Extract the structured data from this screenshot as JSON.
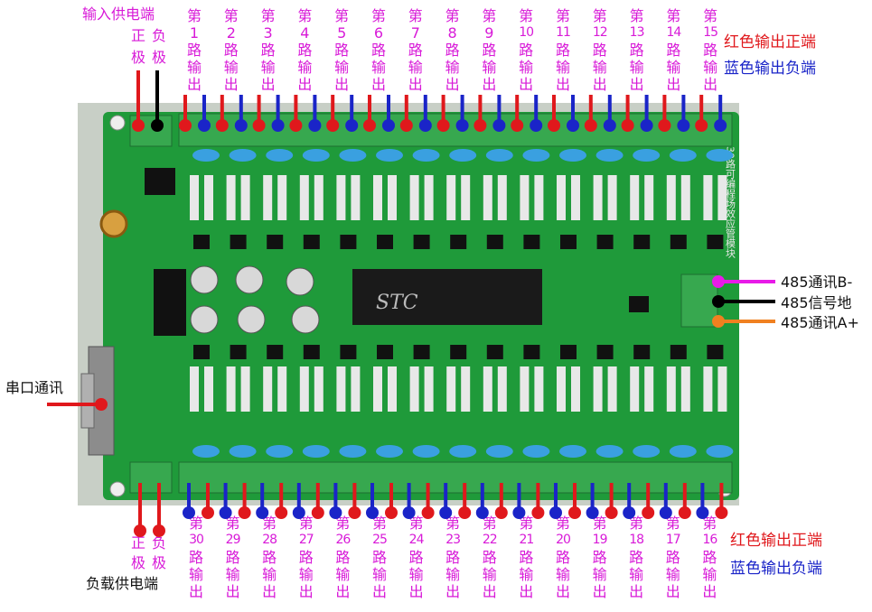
{
  "top": {
    "power_in_title": "输入供电端",
    "pos": "正",
    "pos2": "极",
    "neg": "负",
    "neg2": "极",
    "channels": [
      {
        "n": "1"
      },
      {
        "n": "2"
      },
      {
        "n": "3"
      },
      {
        "n": "4"
      },
      {
        "n": "5"
      },
      {
        "n": "6"
      },
      {
        "n": "7"
      },
      {
        "n": "8"
      },
      {
        "n": "9"
      },
      {
        "n": "10"
      },
      {
        "n": "11"
      },
      {
        "n": "12"
      },
      {
        "n": "13"
      },
      {
        "n": "14"
      },
      {
        "n": "15"
      }
    ],
    "legend_red": "红色输出正端",
    "legend_blue": "蓝色输出负端"
  },
  "bottom": {
    "channels": [
      {
        "n": "30"
      },
      {
        "n": "29"
      },
      {
        "n": "28"
      },
      {
        "n": "27"
      },
      {
        "n": "26"
      },
      {
        "n": "25"
      },
      {
        "n": "24"
      },
      {
        "n": "23"
      },
      {
        "n": "22"
      },
      {
        "n": "21"
      },
      {
        "n": "20"
      },
      {
        "n": "19"
      },
      {
        "n": "18"
      },
      {
        "n": "17"
      },
      {
        "n": "16"
      }
    ],
    "pos": "正",
    "pos2": "极",
    "neg": "负",
    "neg2": "极",
    "load_power": "负载供电端",
    "legend_red": "红色输出正端",
    "legend_blue": "蓝色输出负端"
  },
  "channel_word": {
    "di": "第",
    "lu": "路",
    "shu": "输",
    "chu": "出"
  },
  "side": {
    "rs485_b": "485通讯B-",
    "rs485_gnd": "485信号地",
    "rs485_a": "485通讯A+",
    "serial": "串口通讯"
  },
  "board": {
    "chip_text": "STC",
    "vertical_title": "30路可编程场效应管模块",
    "colors": {
      "pcb": "#1e9e3a",
      "terminal": "#3daa50",
      "red": "#e0181c",
      "blue": "#1a24c8",
      "magenta": "#e81ae8",
      "orange": "#f08020"
    }
  }
}
